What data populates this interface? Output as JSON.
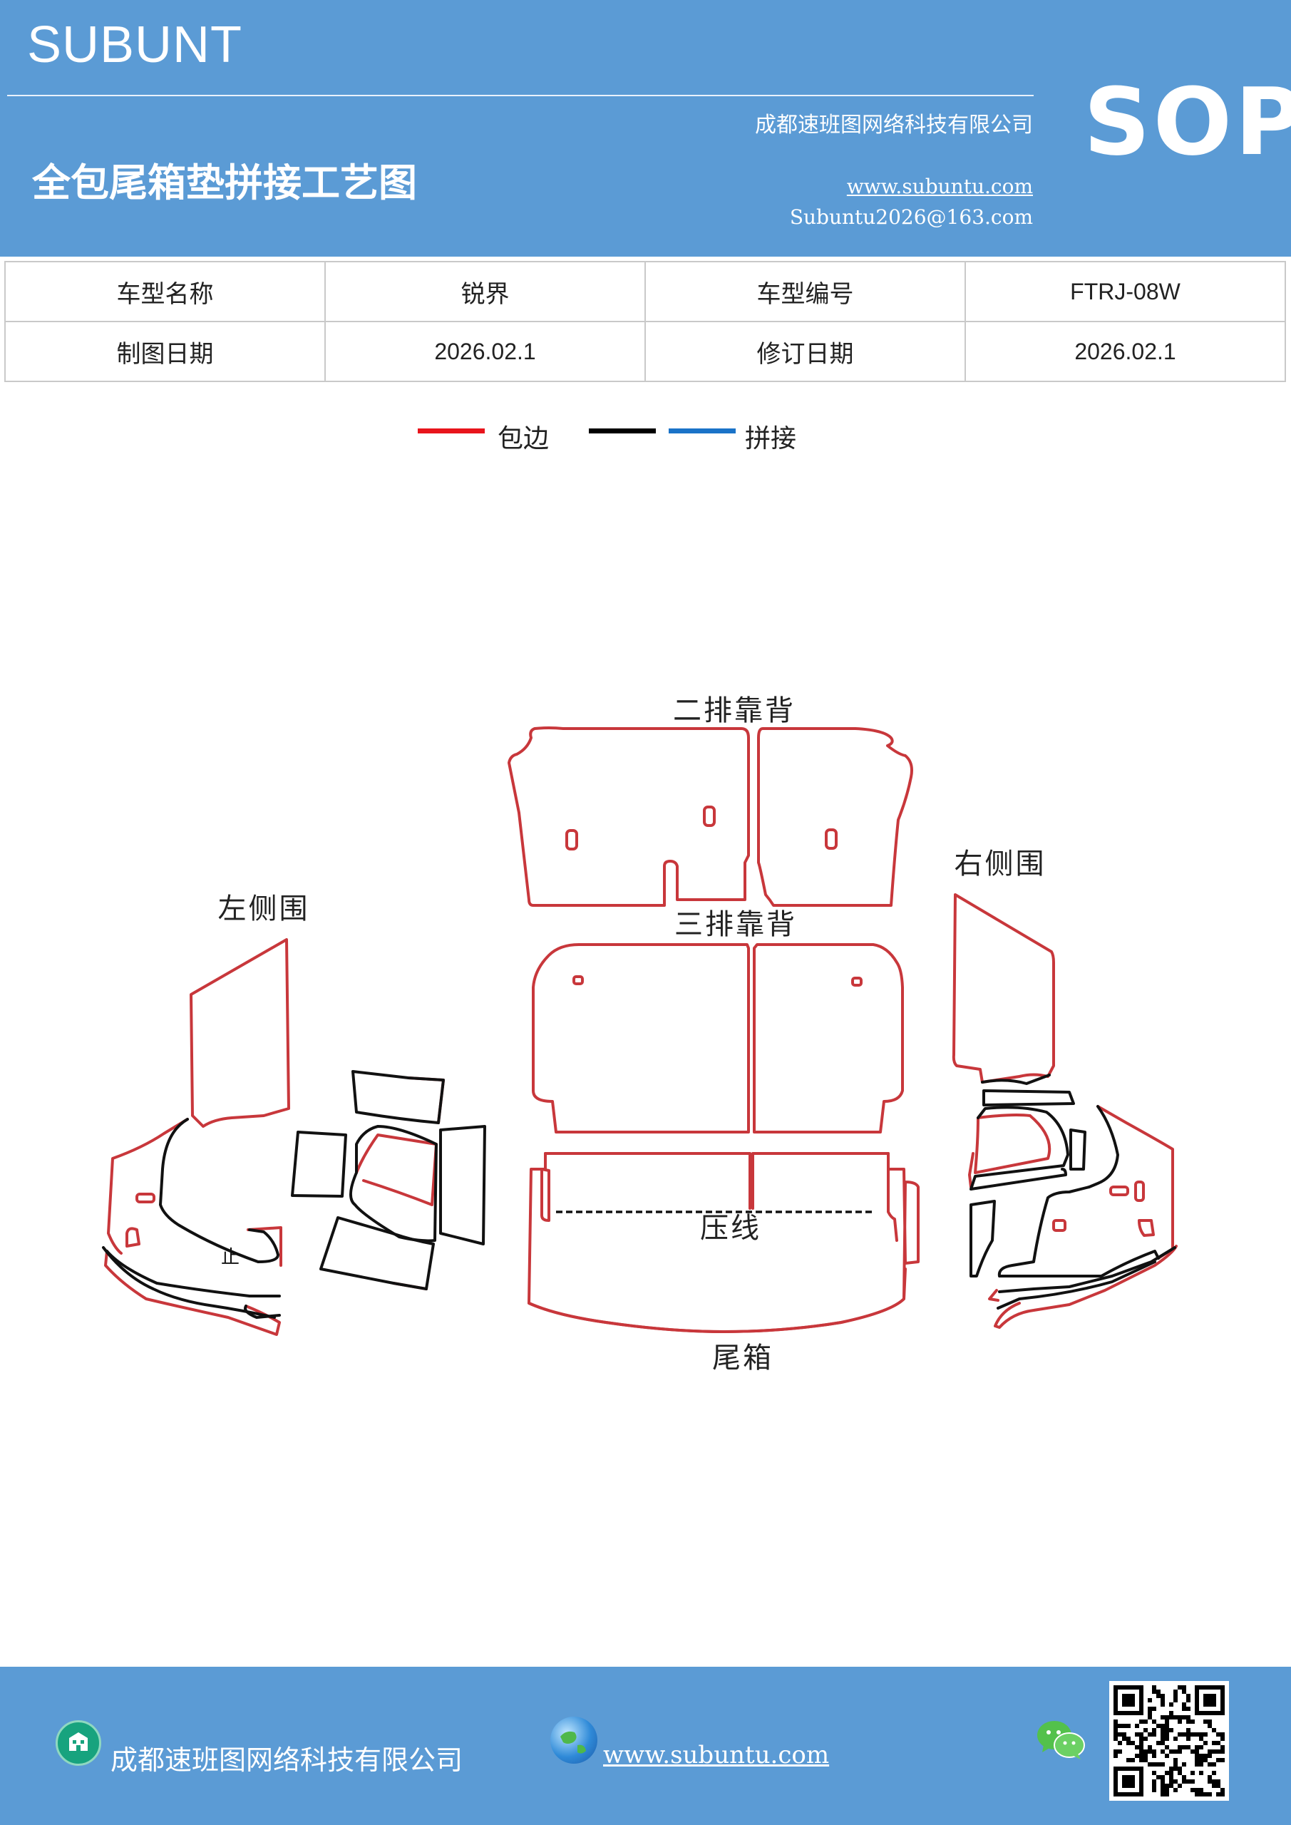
{
  "header": {
    "brand": "SUBUNT",
    "company": "成都速班图网络科技有限公司",
    "badge": "SOP",
    "title": "全包尾箱垫拼接工艺图",
    "website": "www.subuntu.com",
    "email": "Subuntu2026@163.com"
  },
  "info_table": {
    "rows": [
      {
        "label1": "车型名称",
        "value1": "锐界",
        "label2": "车型编号",
        "value2": "FTRJ-08W"
      },
      {
        "label1": "制图日期",
        "value1": "2026.02.1",
        "label2": "修订日期",
        "value2": "2026.02.1"
      }
    ]
  },
  "legend": {
    "items": [
      {
        "label": "包边",
        "color": "#e8141c"
      },
      {
        "label": "",
        "color": "#000000"
      },
      {
        "label": "拼接",
        "color": "#1a73c8"
      }
    ]
  },
  "diagram": {
    "labels": {
      "second_row_back": "二排靠背",
      "third_row_back": "三排靠背",
      "left_side": "左侧围",
      "right_side": "右侧围",
      "crease": "压线",
      "trunk": "尾箱"
    },
    "colors": {
      "edge": "#c8373b",
      "seam": "#111111"
    }
  },
  "footer": {
    "company": "成都速班图网络科技有限公司",
    "website": "www.subuntu.com",
    "icons": [
      "building-icon",
      "globe-icon",
      "wechat-icon",
      "qr-code"
    ]
  }
}
